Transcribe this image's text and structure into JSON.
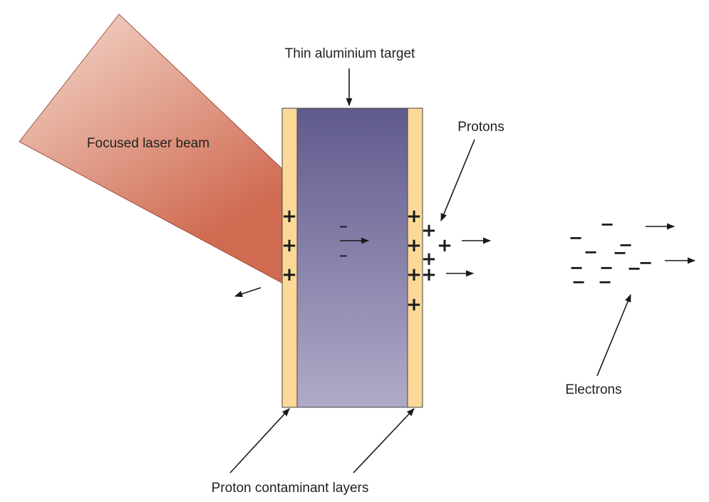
{
  "labels": {
    "target": "Thin aluminium target",
    "laser": "Focused laser beam",
    "protons": "Protons",
    "electrons": "Electrons",
    "contaminant": "Proton contaminant layers"
  },
  "colors": {
    "laser_light": "#f4d8cc",
    "laser_dark": "#d06b52",
    "target_top": "#5f5a8c",
    "target_bottom": "#b0aac8",
    "contaminant_layer": "#fcd899",
    "ink": "#1a1a1a"
  },
  "glyphs": {
    "plus": "+",
    "minus": "−"
  }
}
